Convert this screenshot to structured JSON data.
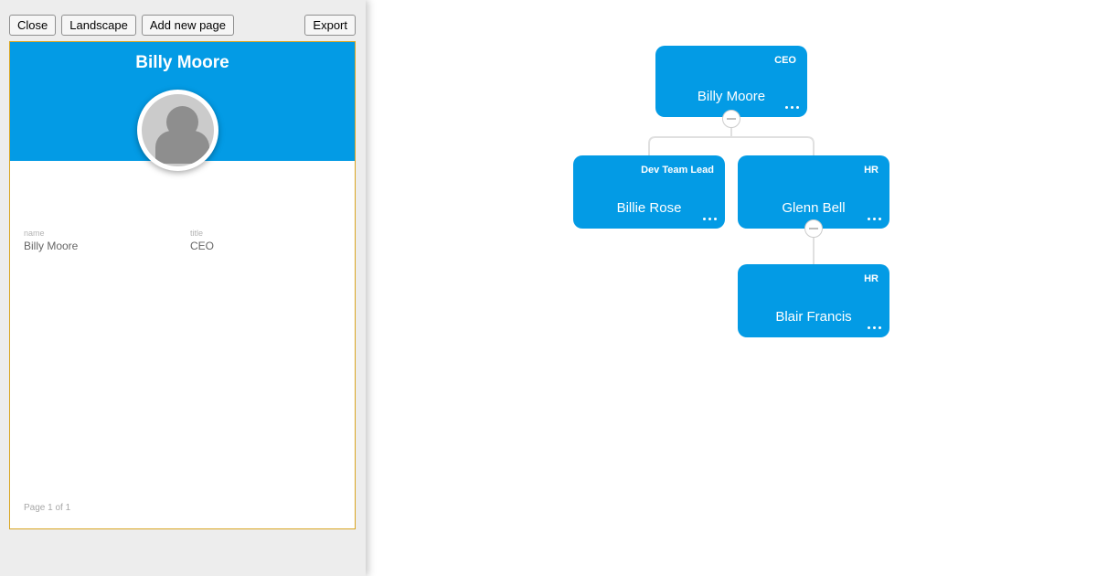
{
  "toolbar": {
    "close_label": "Close",
    "landscape_label": "Landscape",
    "add_new_page_label": "Add new page",
    "export_label": "Export"
  },
  "preview": {
    "header_name": "Billy Moore",
    "fields": [
      {
        "label": "name",
        "value": "Billy Moore"
      },
      {
        "label": "title",
        "value": "CEO"
      }
    ],
    "page_indicator": "Page 1 of 1"
  },
  "org_chart": {
    "nodes": [
      {
        "title": "CEO",
        "name": "Billy Moore"
      },
      {
        "title": "Dev Team Lead",
        "name": "Billie Rose"
      },
      {
        "title": "HR",
        "name": "Glenn Bell"
      },
      {
        "title": "HR",
        "name": "Blair Francis"
      }
    ]
  },
  "icons": {
    "node_menu": "ellipsis-dots",
    "collapse_toggle": "minus-circle",
    "avatar": "person-silhouette"
  },
  "colors": {
    "node_blue": "#039be5",
    "page_border_gold": "#d9a521",
    "connector_gray": "#e0e0e0",
    "panel_gray": "#ededed"
  }
}
